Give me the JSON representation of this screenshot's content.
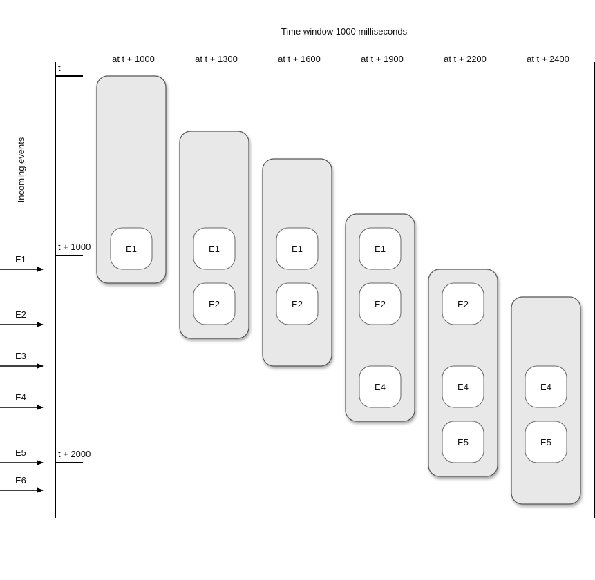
{
  "title": "Time window 1000 milliseconds",
  "y_axis_label": "Incoming events",
  "time_marks": [
    "t",
    "t + 1000",
    "t + 2000"
  ],
  "incoming_events": [
    "E1",
    "E2",
    "E3",
    "E4",
    "E5",
    "E6"
  ],
  "windows": [
    {
      "label": "at t + 1000",
      "events": [
        "E1"
      ]
    },
    {
      "label": "at t + 1300",
      "events": [
        "E1",
        "E2"
      ]
    },
    {
      "label": "at t + 1600",
      "events": [
        "E1",
        "E2"
      ]
    },
    {
      "label": "at t + 1900",
      "events": [
        "E1",
        "E2",
        "E4"
      ]
    },
    {
      "label": "at t + 2200",
      "events": [
        "E2",
        "E4",
        "E5"
      ]
    },
    {
      "label": "at t + 2400",
      "events": [
        "E4",
        "E5"
      ]
    }
  ]
}
